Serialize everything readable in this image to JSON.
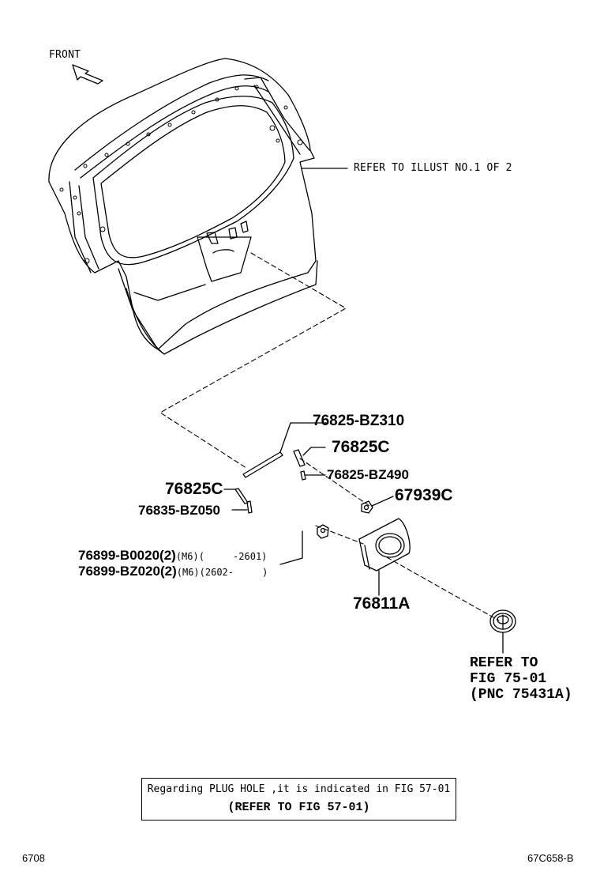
{
  "front_label": "FRONT",
  "refer_illust": "REFER TO ILLUST NO.1 OF 2",
  "parts": {
    "p_76825_BZ310": "76825-BZ310",
    "p_76825C_right": "76825C",
    "p_76825_BZ490": "76825-BZ490",
    "p_76825C_left": "76825C",
    "p_76835_BZ050": "76835-BZ050",
    "p_67939C": "67939C",
    "p_76811A": "76811A",
    "bolt1_num": "76899-B0020(2)",
    "bolt1_spec": "(M6)(     -2601)",
    "bolt2_num": "76899-BZ020(2)",
    "bolt2_spec": "(M6)(2602-     )"
  },
  "emblem_ref": {
    "line1": "REFER TO",
    "line2": "FIG 75-01",
    "line3": "(PNC 75431A)"
  },
  "note": {
    "line1": "Regarding PLUG HOLE ,it is indicated in FIG 57-01",
    "line2": "(REFER TO FIG 57-01)"
  },
  "footer": {
    "left": "6708",
    "right": "67C658-B"
  }
}
